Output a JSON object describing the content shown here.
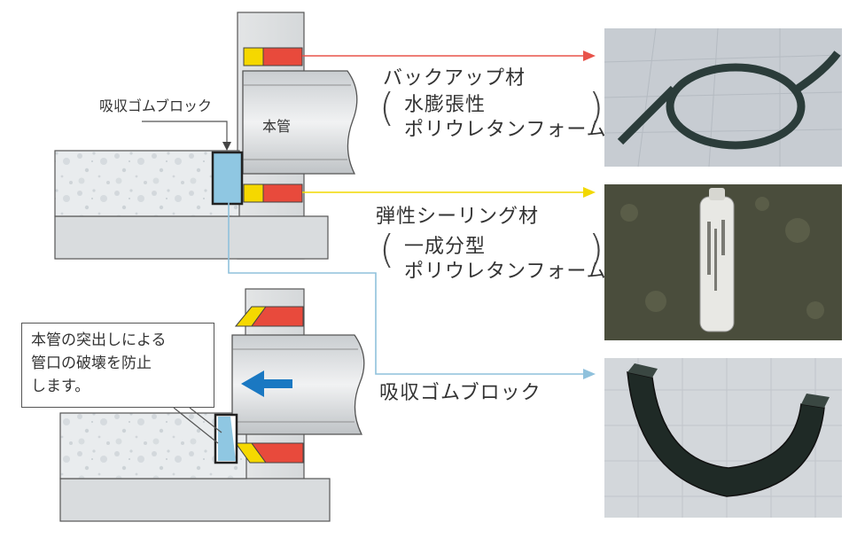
{
  "labels": {
    "absorber_callout_label": "吸収ゴムブロック",
    "main_pipe": "本管",
    "backup": {
      "title": "バックアップ材",
      "line1": "水膨張性",
      "line2": "ポリウレタンフォーム"
    },
    "sealant": {
      "title": "弾性シーリング材",
      "line1": "一成分型",
      "line2": "ポリウレタンフォーム"
    },
    "absorber": {
      "title": "吸収ゴムブロック"
    },
    "note": {
      "line1": "本管の突出しによる",
      "line2": "管口の破壊を防止",
      "line3": "します。"
    }
  },
  "colors": {
    "backup_arrow": "#e8534a",
    "sealant_arrow": "#f2d800",
    "absorber_arrow": "#8fc1dc",
    "backup_material": "#e84a3c",
    "sealant_material": "#f5d800",
    "absorber_block": "#8fc7e2",
    "direction_arrow": "#1a78c2"
  },
  "icons": {
    "direction": "left-arrow-icon",
    "pointer": "down-arrow-icon"
  }
}
